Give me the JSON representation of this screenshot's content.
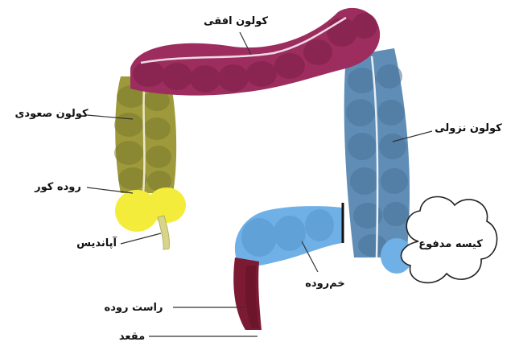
{
  "labels": {
    "transverse_colon": "کولون افقی",
    "ascending_colon": "کولون صعودی",
    "descending_colon": "کولون نزولی",
    "cecum": "روده کور",
    "appendix": "آپاندیس",
    "fecal_sac": "کیسه مدفوع",
    "sigmoid": "خم‌روده",
    "rectum": "راست روده",
    "anus": "مقعد"
  },
  "colors": {
    "transverse": "#9c2d5e",
    "transverse_dark": "#7a1f48",
    "ascending": "#9e9a3c",
    "ascending_dark": "#7d7a2c",
    "cecum": "#f4ec3a",
    "appendix": "#d8d48a",
    "descending": "#5f8db5",
    "descending_dark": "#4a7399",
    "sigmoid": "#6fb0e6",
    "sigmoid_dark": "#4f90c8",
    "rectum": "#7d1a33",
    "rectum_dark": "#5e1024",
    "leader_line": "#333333"
  }
}
